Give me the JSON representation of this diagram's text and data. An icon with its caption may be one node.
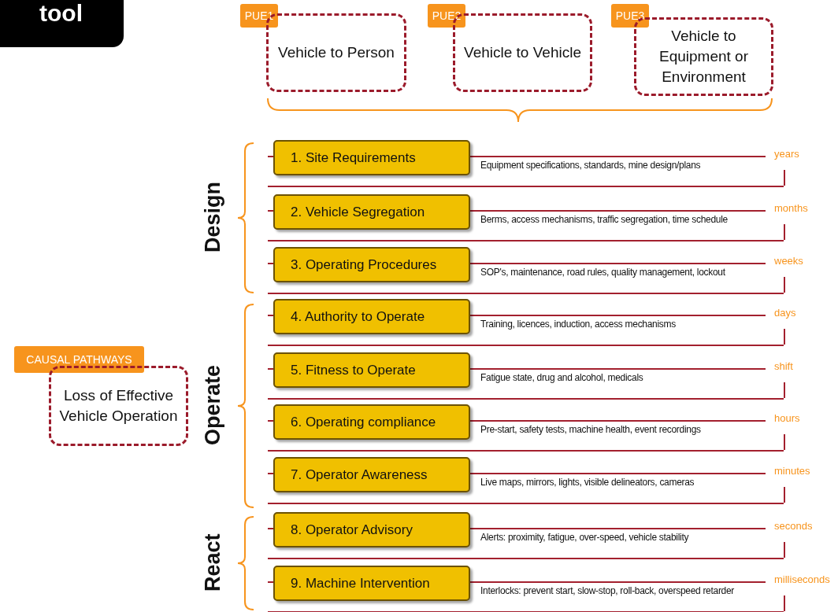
{
  "diagram": {
    "nodes": [
      {
        "text": [
          "tool"
        ]
      },
      {
        "text": [
          "PUE1"
        ]
      },
      {
        "text": [
          "Vehicle to Person"
        ]
      },
      {
        "text": [
          "PUE2"
        ]
      },
      {
        "text": [
          "Vehicle to Vehicle"
        ]
      },
      {
        "text": [
          "PUE3"
        ]
      },
      {
        "text": [
          "Vehicle to Equipment or Environment"
        ]
      },
      {
        "text": [
          "CAUSAL PATHWAYS"
        ]
      },
      {
        "text": [
          "Loss of Effective Vehicle Operation"
        ]
      },
      {
        "text": [
          "1. Site Requirements"
        ]
      },
      {
        "text": [
          "Equipment specifications, standards, mine design/plans"
        ],
        "beside": [
          "years"
        ]
      },
      {
        "text": [
          "2. Vehicle Segregation"
        ]
      },
      {
        "text": [
          "Berms, access mechanisms, traffic segregation, time schedule"
        ],
        "beside": [
          "months"
        ]
      },
      {
        "text": [
          "3. Operating Procedures"
        ]
      },
      {
        "text": [
          "SOP's, maintenance, road rules, quality management, lockout"
        ],
        "beside": [
          "weeks"
        ]
      },
      {
        "text": [
          "4. Authority to Operate"
        ]
      },
      {
        "text": [
          "Training, licences, induction, access mechanisms"
        ],
        "beside": [
          "days"
        ]
      },
      {
        "text": [
          "5. Fitness to Operate"
        ]
      },
      {
        "text": [
          "Fatigue state, drug and alcohol, medicals"
        ],
        "beside": [
          "shift"
        ]
      },
      {
        "text": [
          "6. Operating compliance"
        ]
      },
      {
        "text": [
          "Pre-start, safety tests, machine health, event recordings"
        ],
        "beside": [
          "hours"
        ]
      },
      {
        "text": [
          "7. Operator Awareness"
        ]
      },
      {
        "text": [
          "Live maps, mirrors, lights, visible delineators, cameras"
        ],
        "beside": [
          "minutes"
        ]
      },
      {
        "text": [
          "8. Operator Advisory"
        ]
      },
      {
        "text": [
          "Alerts: proximity, fatigue, over-speed, vehicle stability"
        ],
        "beside": [
          "seconds"
        ]
      },
      {
        "text": [
          "9. Machine Intervention"
        ]
      },
      {
        "text": [
          "Interlocks: prevent start, slow-stop, roll-back, overspeed retarder"
        ],
        "beside": [
          "milliseconds"
        ]
      }
    ],
    "labels": [
      "Design",
      "Operate",
      "React"
    ]
  }
}
